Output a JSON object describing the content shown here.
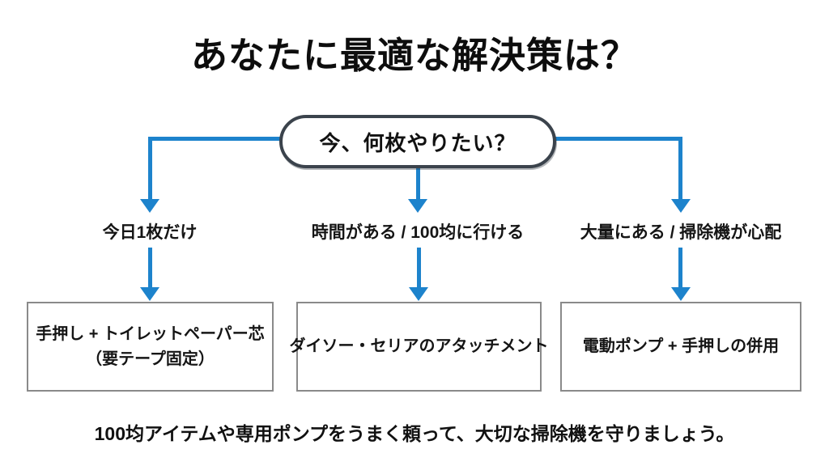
{
  "title": "あなたに最適な解決策は？",
  "root_question": "今、何枚やりたい？",
  "branches": [
    {
      "condition": "今日1枚だけ",
      "solution_line1": "手押し + トイレットペーパー芯",
      "solution_line2": "（要テープ固定）"
    },
    {
      "condition": "時間がある / 100均に行ける",
      "solution_line1": "ダイソー・セリアのアタッチメント",
      "solution_line2": ""
    },
    {
      "condition": "大量にある / 掃除機が心配",
      "solution_line1": "電動ポンプ + 手押しの併用",
      "solution_line2": ""
    }
  ],
  "footer": "100均アイテムや専用ポンプをうまく頼って、大切な掃除機を守りましょう。",
  "colors": {
    "connector_blue": "#1d83cc",
    "question_border_dark": "#3b434c",
    "solution_border_gray": "#8a8a8a",
    "background": "#ffffff",
    "text": "#111111"
  }
}
